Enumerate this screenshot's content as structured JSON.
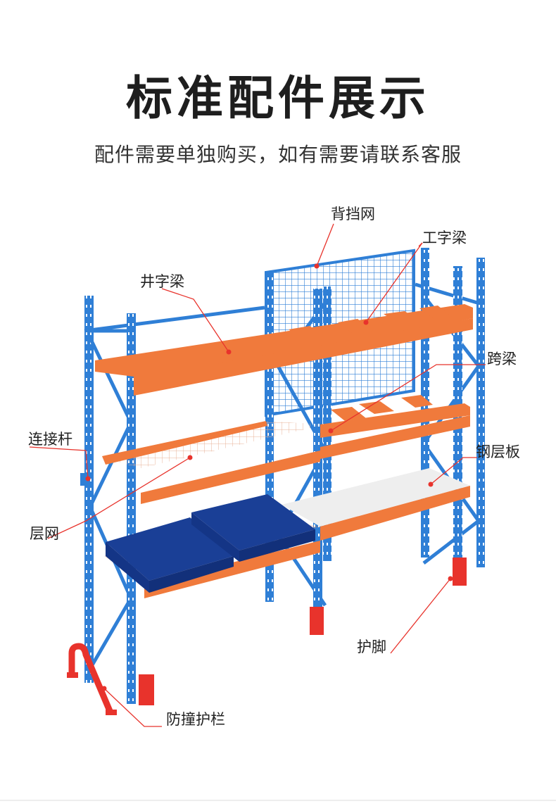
{
  "title": "标准配件展示",
  "subtitle": "配件需要单独购买，如有需要请联系客服",
  "labels": {
    "back_mesh": "背挡网",
    "i_beam": "工字梁",
    "grid_beam": "井字梁",
    "span_beam": "跨梁",
    "connector": "连接杆",
    "steel_deck": "钢层板",
    "wire_deck": "层网",
    "foot_guard": "护脚",
    "guard_rail": "防撞护栏"
  },
  "colors": {
    "upright": "#2f7fd6",
    "beam": "#f07a3c",
    "pallet": "#1a3f96",
    "foot": "#e8332c",
    "pointer": "#e8332c",
    "mesh": "#2f7fd6"
  }
}
